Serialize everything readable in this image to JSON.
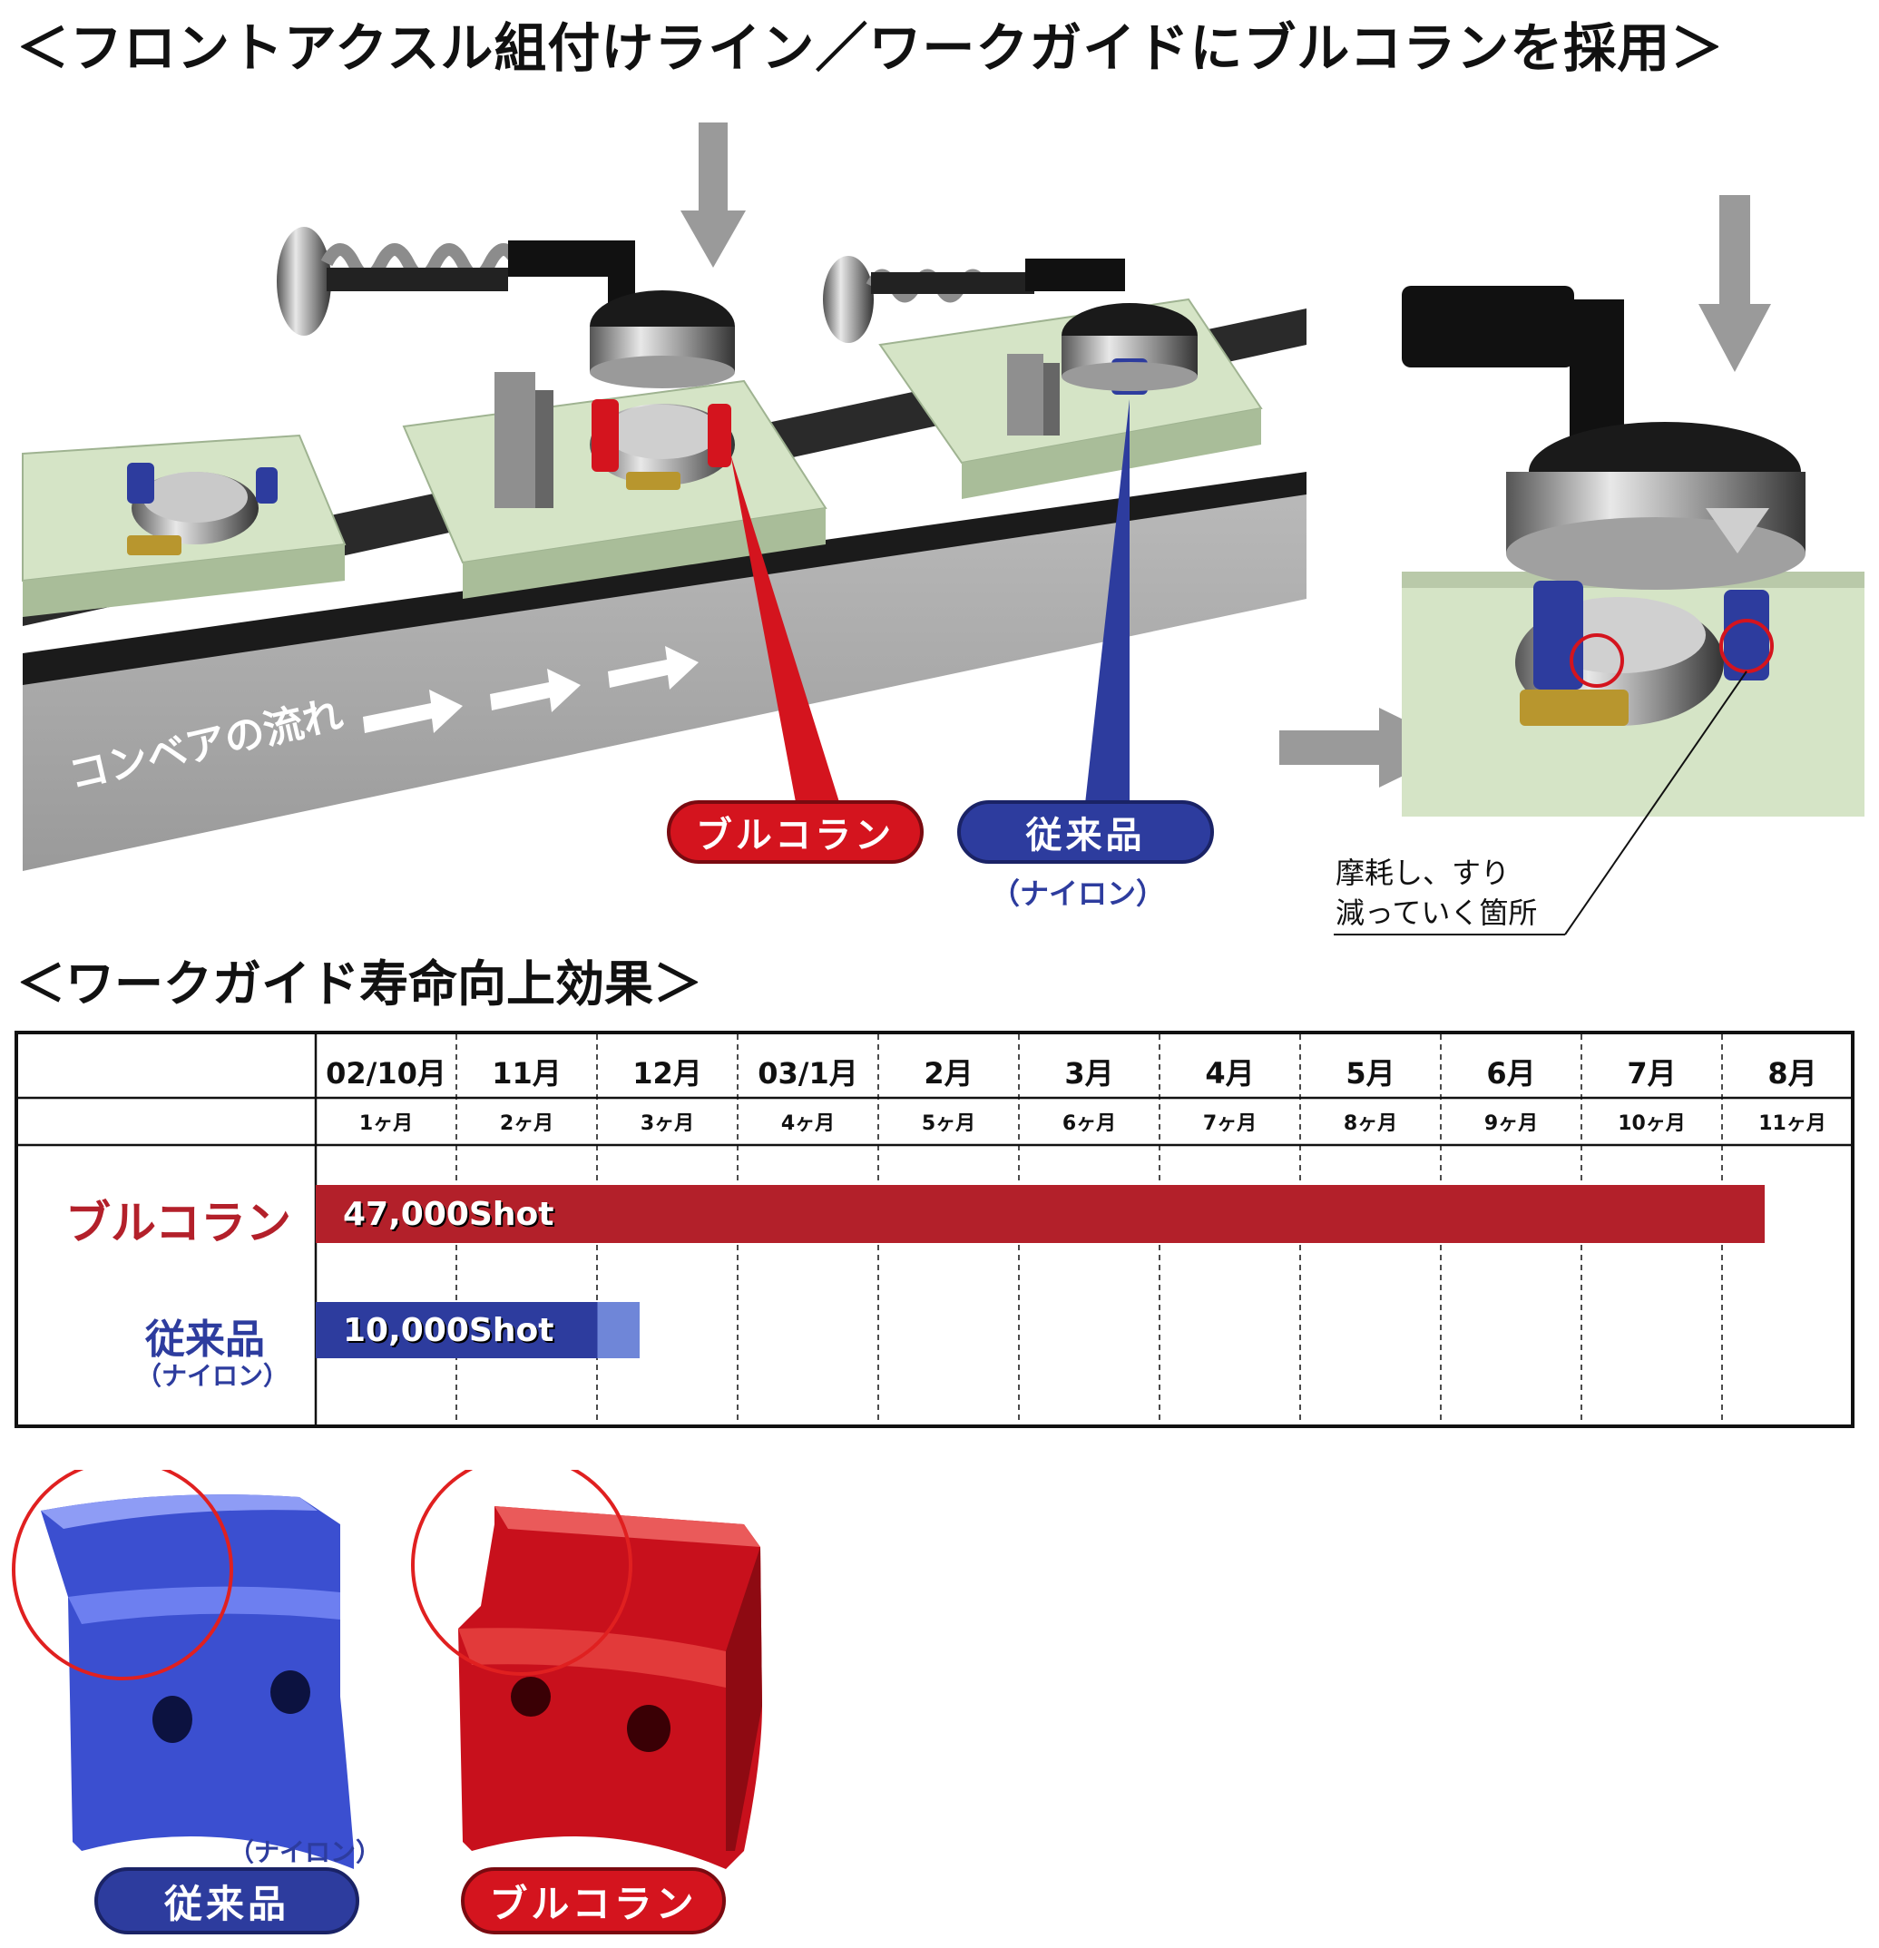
{
  "title": "＜フロントアクスル組付けライン／ワークガイドにブルコランを採用＞",
  "illustration": {
    "conveyor_label": "コンベアの流れ",
    "callouts": {
      "bulcoran": "ブルコラン",
      "conventional": "従来品",
      "conventional_material": "（ナイロン）"
    },
    "wear_note_line1": "摩耗し、すり",
    "wear_note_line2": "減っていく箇所",
    "colors": {
      "bulcoran_red": "#d4141e",
      "conventional_blue": "#2d3c9e",
      "base_green": "#d5e4c6"
    }
  },
  "section_title": "＜ワークガイド寿命向上効果＞",
  "chart_data": {
    "type": "bar",
    "orientation": "horizontal",
    "months": [
      "02/10月",
      "11月",
      "12月",
      "03/1月",
      "2月",
      "3月",
      "4月",
      "5月",
      "6月",
      "7月",
      "8月"
    ],
    "durations": [
      "1ヶ月",
      "2ヶ月",
      "3ヶ月",
      "4ヶ月",
      "5ヶ月",
      "6ヶ月",
      "7ヶ月",
      "8ヶ月",
      "9ヶ月",
      "10ヶ月",
      "11ヶ月"
    ],
    "series": [
      {
        "name": "ブルコラン",
        "label": "47,000Shot",
        "months_elapsed": 10.3,
        "color": "#b3202a"
      },
      {
        "name": "従来品",
        "sub": "（ナイロン）",
        "label": "10,000Shot",
        "months_elapsed": 2.3,
        "color": "#2d3c9e"
      }
    ],
    "grid": "dashed vertical"
  },
  "parts": {
    "conventional_label": "従来品",
    "conventional_material": "（ナイロン）",
    "bulcoran_label": "ブルコラン"
  }
}
